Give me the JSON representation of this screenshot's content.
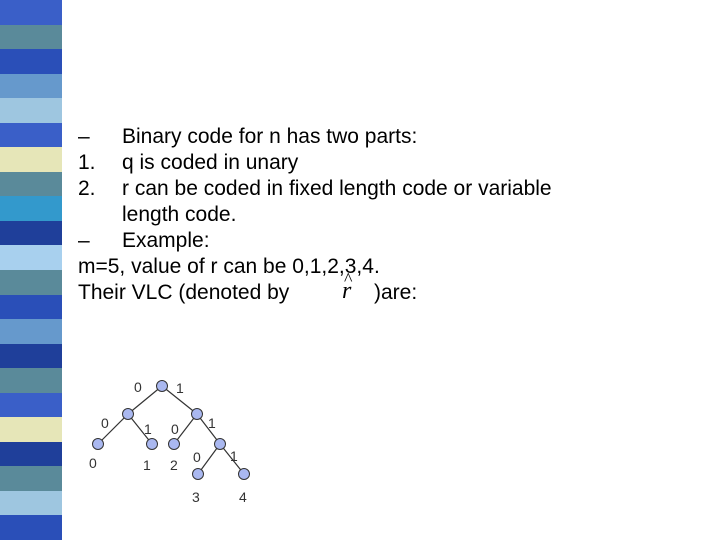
{
  "stripe_colors": [
    "#3a5fc8",
    "#5a8a9a",
    "#2a4fb8",
    "#6699cc",
    "#9ec6e0",
    "#3a5fc8",
    "#e6e6b8",
    "#5a8a9a",
    "#3399cc",
    "#1f3f9a",
    "#a8d0ee",
    "#5a8a9a",
    "#2a4fb8",
    "#6699cc",
    "#1f3f9a",
    "#5a8a9a",
    "#3a5fc8",
    "#e6e6b8",
    "#1f3f9a",
    "#5a8a9a",
    "#9ec6e0",
    "#2a4fb8"
  ],
  "bullets": [
    {
      "marker": "–",
      "text": "Binary code for n has two parts:"
    },
    {
      "marker": "1.",
      "text": "q is coded in unary"
    },
    {
      "marker": "2.",
      "text": "r can be coded in fixed length code or variable"
    },
    {
      "marker": "",
      "text": "length code."
    },
    {
      "marker": "–",
      "text": "Example:"
    }
  ],
  "example_line": "m=5, value of r can be 0,1,2,3,4.",
  "vlc_prefix": "Their VLC (denoted by",
  "vlc_symbol": "r",
  "vlc_hat": "^",
  "vlc_suffix": ")are:",
  "tree": {
    "node_color": "#aab8f0",
    "edge_labels": [
      "0",
      "1",
      "0",
      "1",
      "0",
      "1",
      "0",
      "1"
    ],
    "leaf_labels": [
      "0",
      "1",
      "2",
      "3",
      "4"
    ]
  }
}
